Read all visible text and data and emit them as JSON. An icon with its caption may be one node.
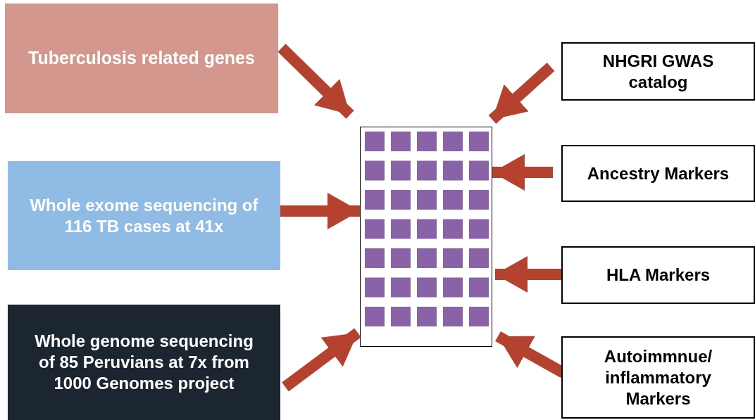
{
  "diagram": {
    "nodes": [
      {
        "text": [
          "Tuberculosis related genes"
        ]
      },
      {
        "text": [
          "Whole exome sequencing of 116 TB cases at 41x"
        ]
      },
      {
        "text": [
          "Whole genome sequencing of 85 Peruvians at 7x from 1000 Genomes project"
        ]
      },
      {
        "text": [],
        "shape": "box"
      },
      {
        "text": [
          "NHGRI GWAS catalog"
        ]
      },
      {
        "text": [
          "Ancestry Markers"
        ]
      },
      {
        "text": [
          "HLA Markers"
        ]
      },
      {
        "text": [
          "Autoimmnue/ inflammatory Markers"
        ]
      }
    ],
    "edges": [
      {
        "from": 0,
        "to": 3,
        "arrow": "to"
      },
      {
        "from": 1,
        "to": 3,
        "arrow": "to"
      },
      {
        "from": 2,
        "to": 3,
        "arrow": "to"
      },
      {
        "from": 4,
        "to": 3,
        "arrow": "to"
      },
      {
        "from": 5,
        "to": 3,
        "arrow": "to"
      },
      {
        "from": 6,
        "to": 3,
        "arrow": "to"
      },
      {
        "from": 7,
        "to": 3,
        "arrow": "to"
      }
    ]
  }
}
